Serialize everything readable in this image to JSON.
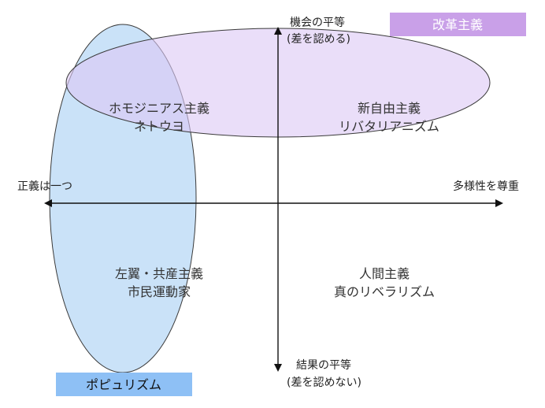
{
  "axes": {
    "top": {
      "line1": "機会の平等",
      "line2": "(差を認める)"
    },
    "bottom": {
      "line1": "結果の平等",
      "line2": "(差を認めない)"
    },
    "left": "正義は一つ",
    "right": "多様性を尊重"
  },
  "quadrants": {
    "top_left": {
      "line1": "ホモジニアス主義",
      "line2": "ネトウヨ"
    },
    "top_right": {
      "line1": "新自由主義",
      "line2": "リバタリアニズム"
    },
    "bottom_left": {
      "line1": "左翼・共産主義",
      "line2": "市民運動家"
    },
    "bottom_right": {
      "line1": "人間主義",
      "line2": "真のリベラリズム"
    }
  },
  "groups": {
    "reform": {
      "label": "改革主義",
      "color": "#c9a0e8",
      "fill": "#dcc8f5"
    },
    "populism": {
      "label": "ポピュリズム",
      "color": "#8ec0f5",
      "fill": "#b8d8f5"
    }
  },
  "colors": {
    "axis": "#111111",
    "ellipse_stroke": "#3a3a3a",
    "text": "#222222"
  }
}
